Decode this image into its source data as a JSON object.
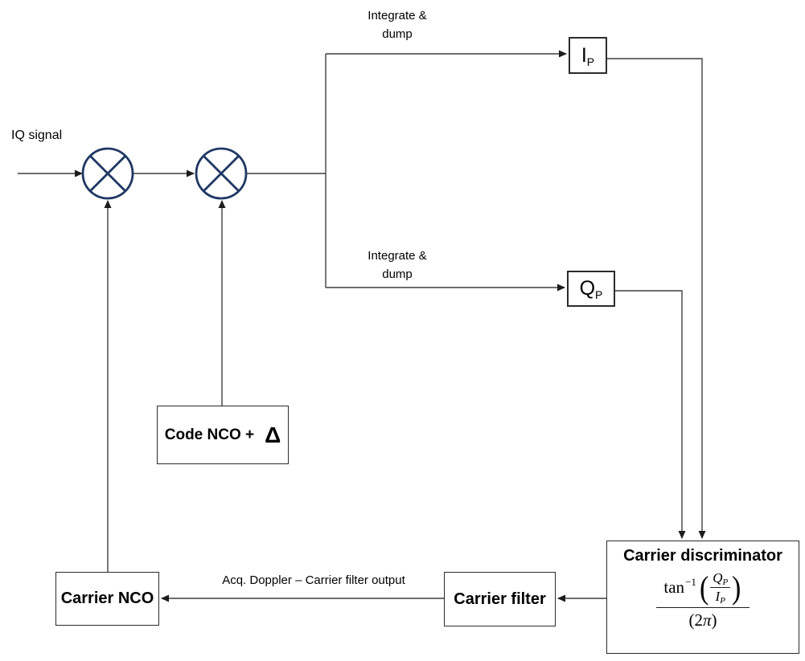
{
  "labels": {
    "iq_signal": "IQ signal",
    "integrate_dump_top": {
      "line1": "Integrate &",
      "line2": "dump"
    },
    "integrate_dump_bottom": {
      "line1": "Integrate &",
      "line2": "dump"
    },
    "acq_doppler": "Acq. Doppler – Carrier filter output"
  },
  "blocks": {
    "ip": {
      "symbol": "I",
      "subscript": "P"
    },
    "qp": {
      "symbol": "Q",
      "subscript": "P"
    },
    "code_nco": {
      "label": "Code NCO +",
      "delta": "Δ"
    },
    "carrier_nco": {
      "label": "Carrier NCO"
    },
    "carrier_filter": {
      "label": "Carrier filter"
    },
    "carrier_discriminator": {
      "title": "Carrier discriminator",
      "formula": {
        "function": "tan",
        "exponent": "−1",
        "open_paren": "(",
        "close_paren": ")",
        "numerator_symbol": "Q",
        "numerator_subscript": "P",
        "denominator_symbol": "I",
        "denominator_subscript": "P",
        "outer_denominator_open": "(2",
        "outer_denominator_pi": "π",
        "outer_denominator_close": ")"
      }
    }
  },
  "colors": {
    "mixer_stroke": "#1f3864",
    "wire": "#3f3f3f",
    "box_border": "#2b2b2b",
    "text": "#000000",
    "background": "#ffffff"
  }
}
